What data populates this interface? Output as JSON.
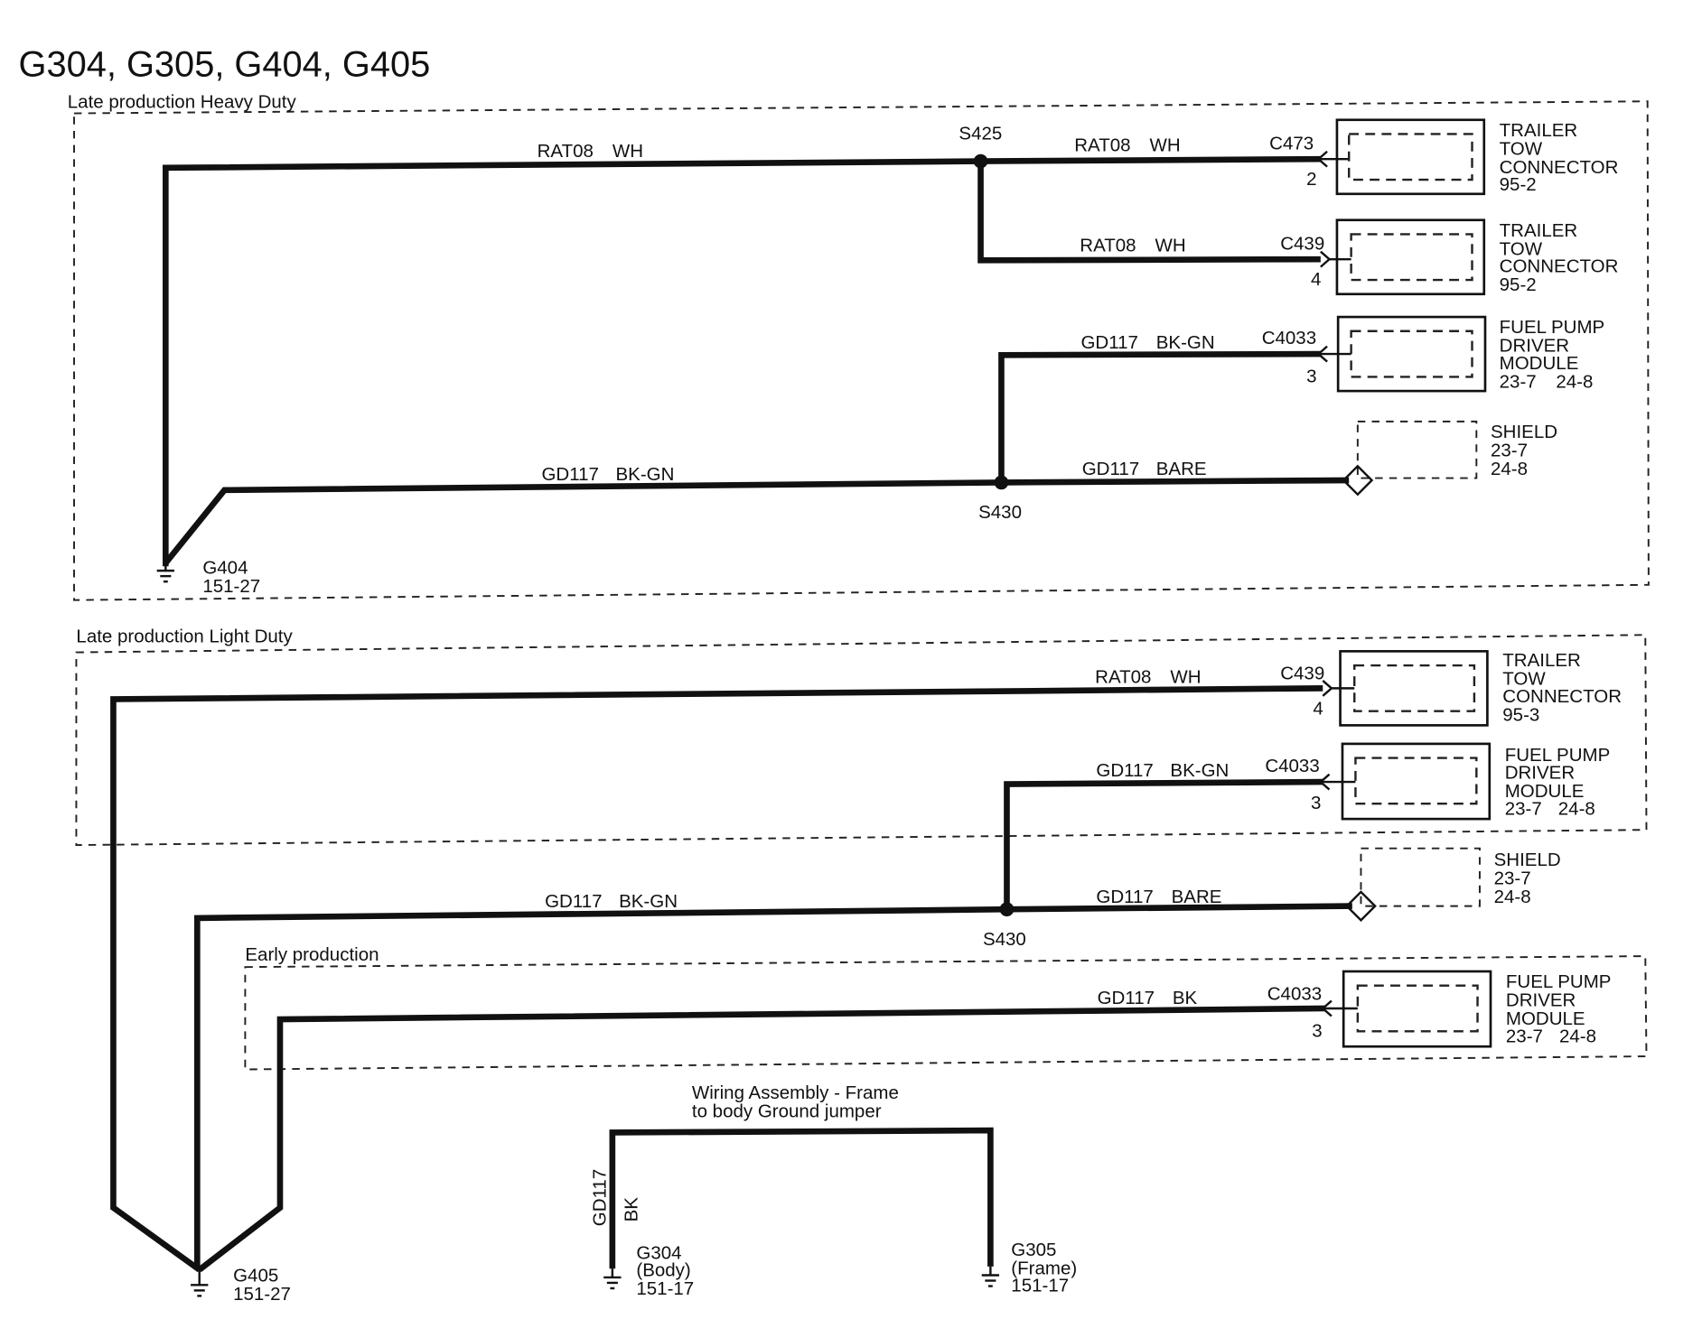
{
  "title": "G304, G305, G404, G405",
  "sections": {
    "late_heavy": "Late production Heavy Duty",
    "late_light": "Late production Light Duty",
    "early": "Early production"
  },
  "heavy": {
    "w1": {
      "circuit": "RAT08",
      "color": "WH"
    },
    "w2": {
      "circuit": "RAT08",
      "color": "WH",
      "connector": "C473",
      "pin": "2"
    },
    "w3": {
      "circuit": "RAT08",
      "color": "WH",
      "connector": "C439",
      "pin": "4"
    },
    "w4": {
      "circuit": "GD117",
      "color": "BK-GN",
      "connector": "C4033",
      "pin": "3"
    },
    "w5": {
      "circuit": "GD117",
      "color": "BK-GN"
    },
    "w6": {
      "circuit": "GD117",
      "color": "BARE"
    },
    "splice_top": "S425",
    "splice_bottom": "S430",
    "ground": {
      "name": "G404",
      "ref": "151-27"
    },
    "comp1": {
      "line1": "TRAILER",
      "line2": "TOW",
      "line3": "CONNECTOR",
      "line4": "95-2"
    },
    "comp2": {
      "line1": "TRAILER",
      "line2": "TOW",
      "line3": "CONNECTOR",
      "line4": "95-2"
    },
    "comp3": {
      "line1": "FUEL PUMP",
      "line2": "DRIVER",
      "line3": "MODULE",
      "ref1": "23-7",
      "ref2": "24-8"
    },
    "shield": {
      "name": "SHIELD",
      "ref1": "23-7",
      "ref2": "24-8"
    }
  },
  "light": {
    "w1": {
      "circuit": "RAT08",
      "color": "WH",
      "connector": "C439",
      "pin": "4"
    },
    "w2": {
      "circuit": "GD117",
      "color": "BK-GN",
      "connector": "C4033",
      "pin": "3"
    },
    "w3": {
      "circuit": "GD117",
      "color": "BK-GN"
    },
    "w4": {
      "circuit": "GD117",
      "color": "BARE"
    },
    "splice": "S430",
    "comp1": {
      "line1": "TRAILER",
      "line2": "TOW",
      "line3": "CONNECTOR",
      "line4": "95-3"
    },
    "comp2": {
      "line1": "FUEL PUMP",
      "line2": "DRIVER",
      "line3": "MODULE",
      "ref1": "23-7",
      "ref2": "24-8"
    },
    "shield": {
      "name": "SHIELD",
      "ref1": "23-7",
      "ref2": "24-8"
    },
    "ground": {
      "name": "G405",
      "ref": "151-27"
    }
  },
  "early": {
    "w1": {
      "circuit": "GD117",
      "color": "BK",
      "connector": "C4033",
      "pin": "3"
    },
    "comp": {
      "line1": "FUEL PUMP",
      "line2": "DRIVER",
      "line3": "MODULE",
      "ref1": "23-7",
      "ref2": "24-8"
    }
  },
  "jumper": {
    "line1": "Wiring Assembly - Frame",
    "line2": "to body Ground jumper",
    "circuit": "GD117",
    "color": "BK",
    "g304": {
      "name": "G304",
      "desc": "(Body)",
      "ref": "151-17"
    },
    "g305": {
      "name": "G305",
      "desc": "(Frame)",
      "ref": "151-17"
    }
  }
}
